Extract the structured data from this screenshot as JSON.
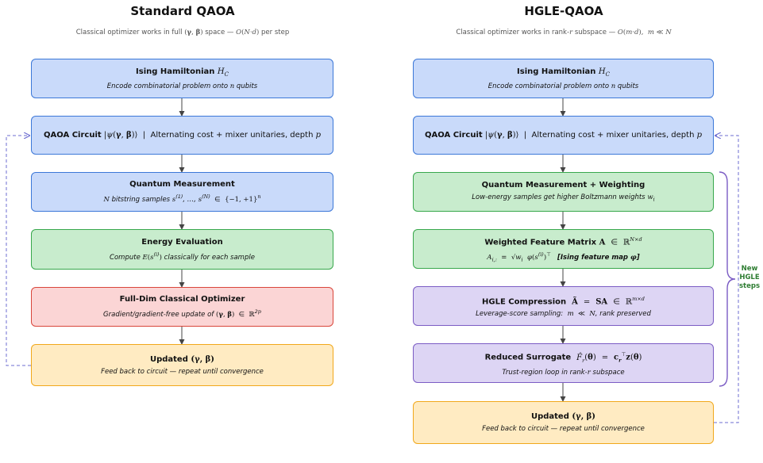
{
  "left": {
    "title": "Standard QAOA",
    "subtitle": "Classical optimizer works in full (γ, β) space — O(N·d) per step",
    "boxes": [
      {
        "title": "Ising Hamiltonian H_C",
        "subtitle": "Encode combinatorial problem onto n qubits"
      },
      {
        "title": "QAOA Circuit |ψ(γ, β)⟩",
        "subtitle": "| Alternating cost + mixer unitaries, depth p"
      },
      {
        "title": "Quantum Measurement",
        "subtitle": "N bitstring samples s^(1), …, s^(N) ∈ {−1, +1}^n"
      },
      {
        "title": "Energy Evaluation",
        "subtitle": "Compute E(s^(i)) classically for each sample"
      },
      {
        "title": "Full-Dim Classical Optimizer",
        "subtitle": "Gradient/gradient-free update of (γ, β) ∈ ℝ^2p"
      },
      {
        "title": "Updated (γ, β)",
        "subtitle": "Feed back to circuit — repeat until convergence"
      }
    ]
  },
  "right": {
    "title": "HGLE-QAOA",
    "subtitle": "Classical optimizer works in rank-r subspace — O(m·d), m ≪ N",
    "boxes": [
      {
        "title": "Ising Hamiltonian H_C",
        "subtitle": "Encode combinatorial problem onto n qubits"
      },
      {
        "title": "QAOA Circuit |ψ(γ, β)⟩",
        "subtitle": "| Alternating cost + mixer unitaries, depth p"
      },
      {
        "title": "Quantum Measurement + Weighting",
        "subtitle": "Low-energy samples get higher Boltzmann weights w_i"
      },
      {
        "title": "Weighted Feature Matrix A ∈ ℝ^(N×d)",
        "subtitle": "A_i,: = √w_i φ(s^(i))^⊤ [Ising feature map φ]"
      },
      {
        "title": "HGLE Compression Ã = SA ∈ ℝ^(m×d)",
        "subtitle": "Leverage-score sampling: m ≪ N, rank preserved"
      },
      {
        "title": "Reduced Surrogate F̂_r(θ) = c_r^⊤ z(θ)",
        "subtitle": "Trust-region loop in rank-r subspace"
      },
      {
        "title": "Updated (γ, β)",
        "subtitle": "Feed back to circuit — repeat until convergence"
      }
    ],
    "brace_label": "New HGLE steps"
  },
  "colors": {
    "blue": "#c9dafa",
    "green": "#c8eccd",
    "red": "#fbd5d5",
    "orange": "#ffebc2",
    "purple": "#ddd5f4",
    "brace": "#7b5cc4",
    "loop": "#6c6cd0"
  },
  "icons": {
    "flow_arrow": "down-arrow-icon",
    "loop_arrow": "dashed-feedback-arrow-icon",
    "group": "curly-brace-icon"
  }
}
